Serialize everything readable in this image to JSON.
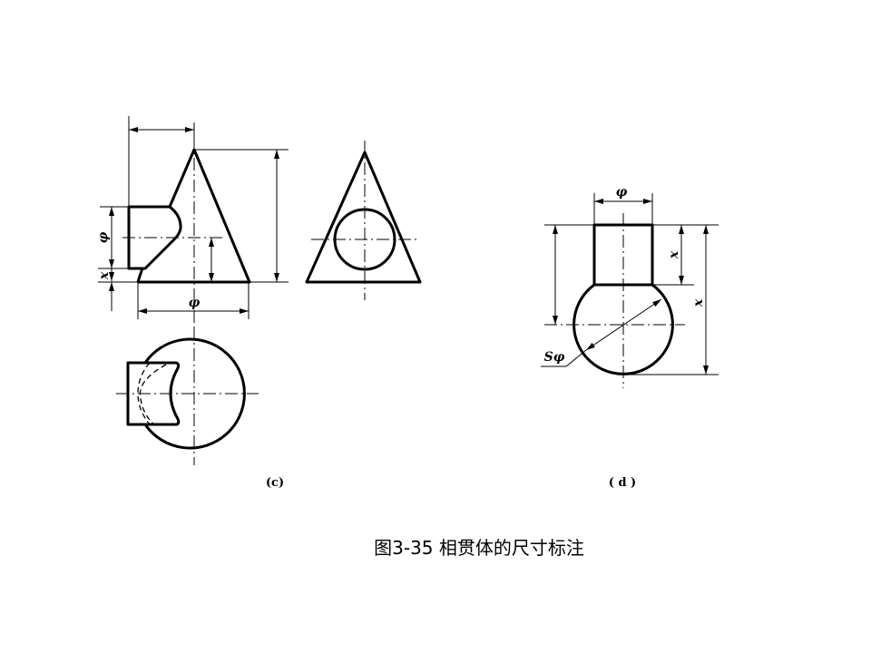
{
  "figure_c": {
    "label": "(c)",
    "dims": {
      "phi_vertical": "φ",
      "x_small": "x",
      "phi_base": "φ"
    }
  },
  "figure_d": {
    "label": "( d )",
    "dims": {
      "phi_top": "φ",
      "x_short": "x",
      "x_total": "x",
      "sphere": "Sφ"
    }
  },
  "caption": "图3-35  相贯体的尺寸标注"
}
